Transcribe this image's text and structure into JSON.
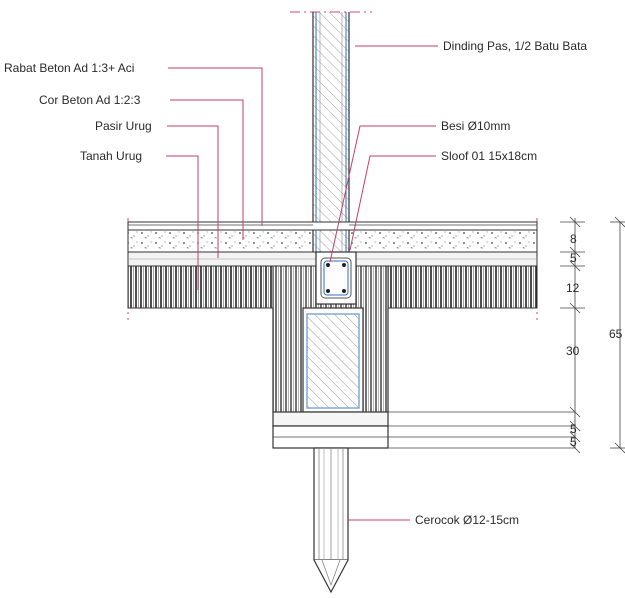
{
  "labels": {
    "wall": "Dinding Pas, 1/2 Batu Bata",
    "rabat": "Rabat Beton Ad  1:3+ Aci",
    "cor": "Cor Beton  Ad 1:2:3",
    "pasir": "Pasir Urug",
    "tanah": "Tanah Urug",
    "besi": "Besi Ø10mm",
    "sloof": "Sloof 01 15x18cm",
    "cerocok": "Cerocok Ø12-15cm"
  },
  "dimensions": {
    "d8": "8",
    "d5a": "5",
    "d12": "12",
    "d30": "30",
    "d65": "65",
    "d5b": "5",
    "d5c": "5"
  },
  "colors": {
    "leader": "#c2416a",
    "rebar_blue": "#2f6fc4",
    "line": "#333333"
  }
}
